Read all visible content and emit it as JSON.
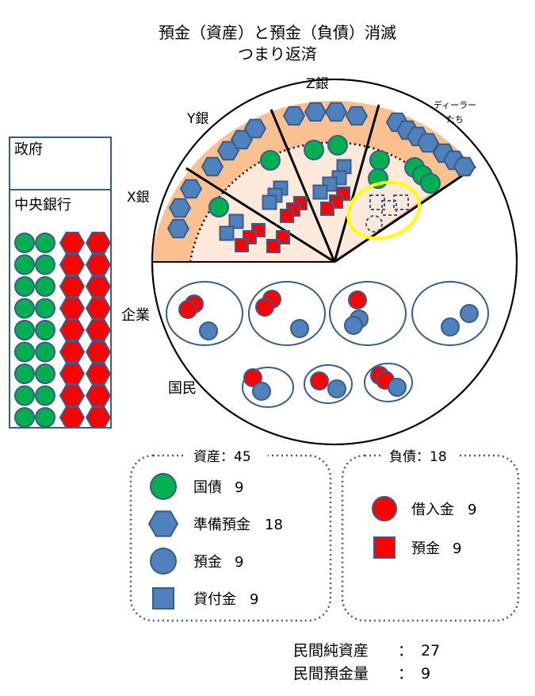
{
  "title": {
    "line1": "預金（資産）と預金（負債）消滅",
    "line2": "つまり返済"
  },
  "government": {
    "label": "政府"
  },
  "central_bank": {
    "label": "中央銀行"
  },
  "banks": {
    "x": "X銀",
    "y": "Y銀",
    "z": "Z銀",
    "dealers_line1": "ディーラー",
    "dealers_line2": "たち"
  },
  "nonbank": {
    "firms": "企業",
    "households": "国民"
  },
  "assets": {
    "header": "資産：45",
    "items": [
      {
        "label": "国債",
        "value": "9",
        "shape": "circle",
        "color": "#00b050"
      },
      {
        "label": "準備預金",
        "value": "18",
        "shape": "hexagon",
        "color": "#4f81bd"
      },
      {
        "label": "預金",
        "value": "9",
        "shape": "circle",
        "color": "#4f81bd"
      },
      {
        "label": "貸付金",
        "value": "9",
        "shape": "square",
        "color": "#4f81bd"
      }
    ]
  },
  "liabilities": {
    "header": "負債：18",
    "items": [
      {
        "label": "借入金",
        "value": "9",
        "shape": "circle",
        "color": "#ff0000"
      },
      {
        "label": "預金",
        "value": "9",
        "shape": "square",
        "color": "#ff0000"
      }
    ]
  },
  "summary": {
    "net_assets_label": "民間純資産",
    "net_assets_sep": "：",
    "net_assets_value": "27",
    "deposits_label": "民間預金量",
    "deposits_sep": "：",
    "deposits_value": "9"
  },
  "colors": {
    "asset_blue": "#4f81bd",
    "bond_green": "#00b050",
    "liability_red": "#ff0000",
    "outline_navy": "#385d8a",
    "bank_ring": "#fac090",
    "bank_inner": "#fde9d9",
    "highlight_yellow": "#ffff00"
  }
}
